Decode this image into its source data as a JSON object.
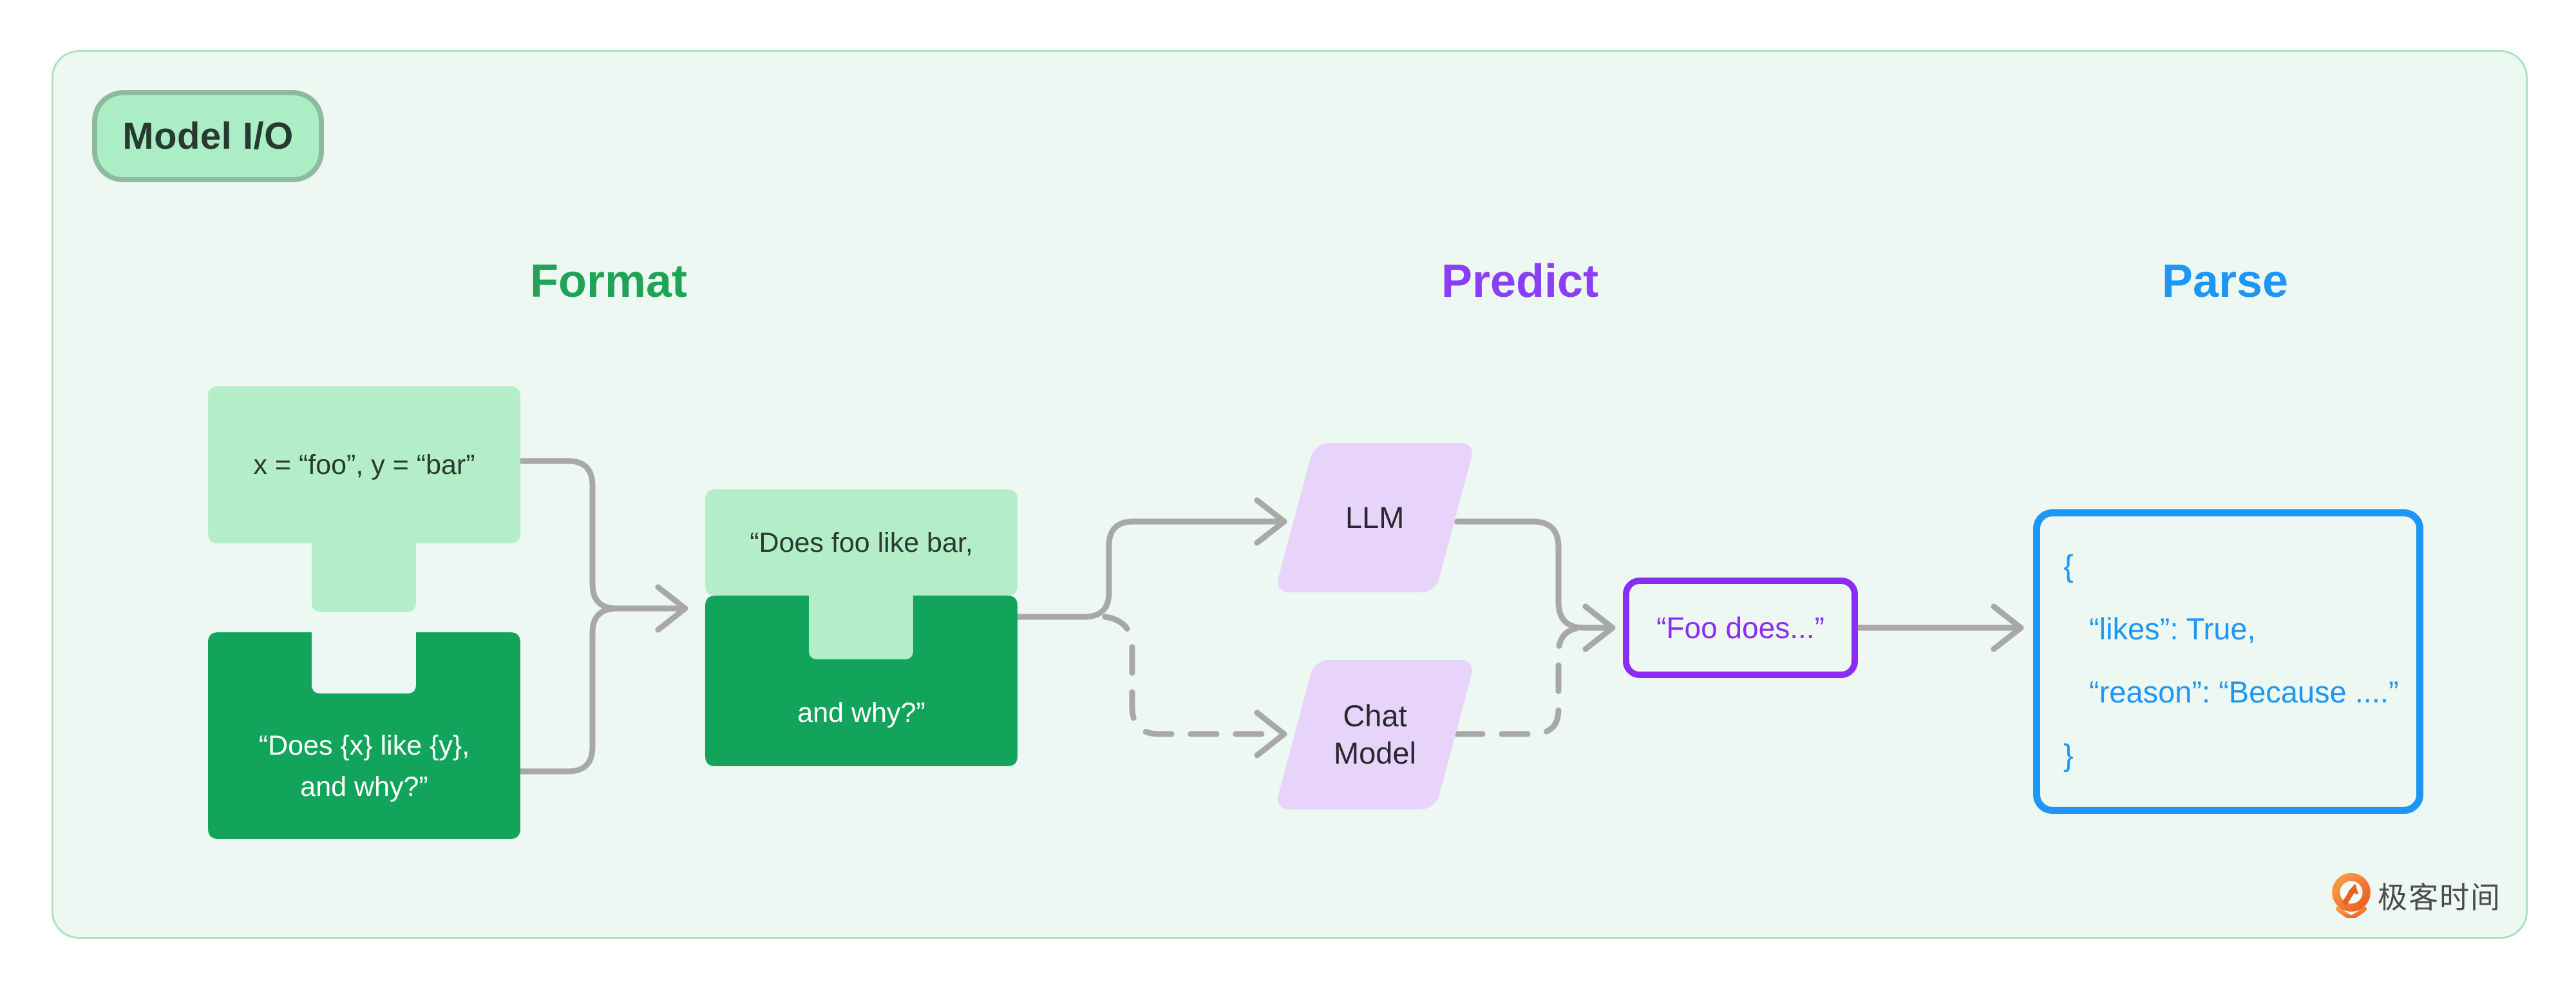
{
  "badge": {
    "label": "Model I/O"
  },
  "sections": {
    "format": {
      "label": "Format",
      "color": "#1FA457"
    },
    "predict": {
      "label": "Predict",
      "color": "#8A3FF5"
    },
    "parse": {
      "label": "Parse",
      "color": "#1E96F5"
    }
  },
  "format": {
    "variables_piece": {
      "text": "x = “foo”, y = “bar”"
    },
    "template_piece": {
      "line1": "“Does {x} like {y},",
      "line2": "and why?”"
    },
    "prompt_piece": {
      "top": "“Does foo like bar,",
      "bottom": "and why?”"
    }
  },
  "predict": {
    "llm": {
      "label": "LLM"
    },
    "chat_model": {
      "line1": "Chat",
      "line2": "Model"
    },
    "completion": {
      "text": "“Foo does...”"
    }
  },
  "parse": {
    "json_lines": [
      "{",
      "“likes”: True,",
      "“reason”: “Because ....”",
      "}"
    ]
  },
  "logo": {
    "text": "极客时间"
  },
  "colors": {
    "panel_bg": "#ECF8F1",
    "panel_border": "#ACE2BE",
    "light_green_piece": "#B3EEC9",
    "dark_green_piece": "#13A45B",
    "badge_bg": "#ABEDC5",
    "badge_border": "#8EBA9E",
    "heading_green": "#1FA457",
    "heading_purple": "#8A3FF5",
    "heading_blue": "#1E96F5",
    "parallelogram_fill": "#E8D4FA",
    "completion_border": "#8B2CF5",
    "parse_border": "#1E96F5",
    "connector_gray": "#A8A8A8",
    "logo_orange": "#F07A33"
  }
}
